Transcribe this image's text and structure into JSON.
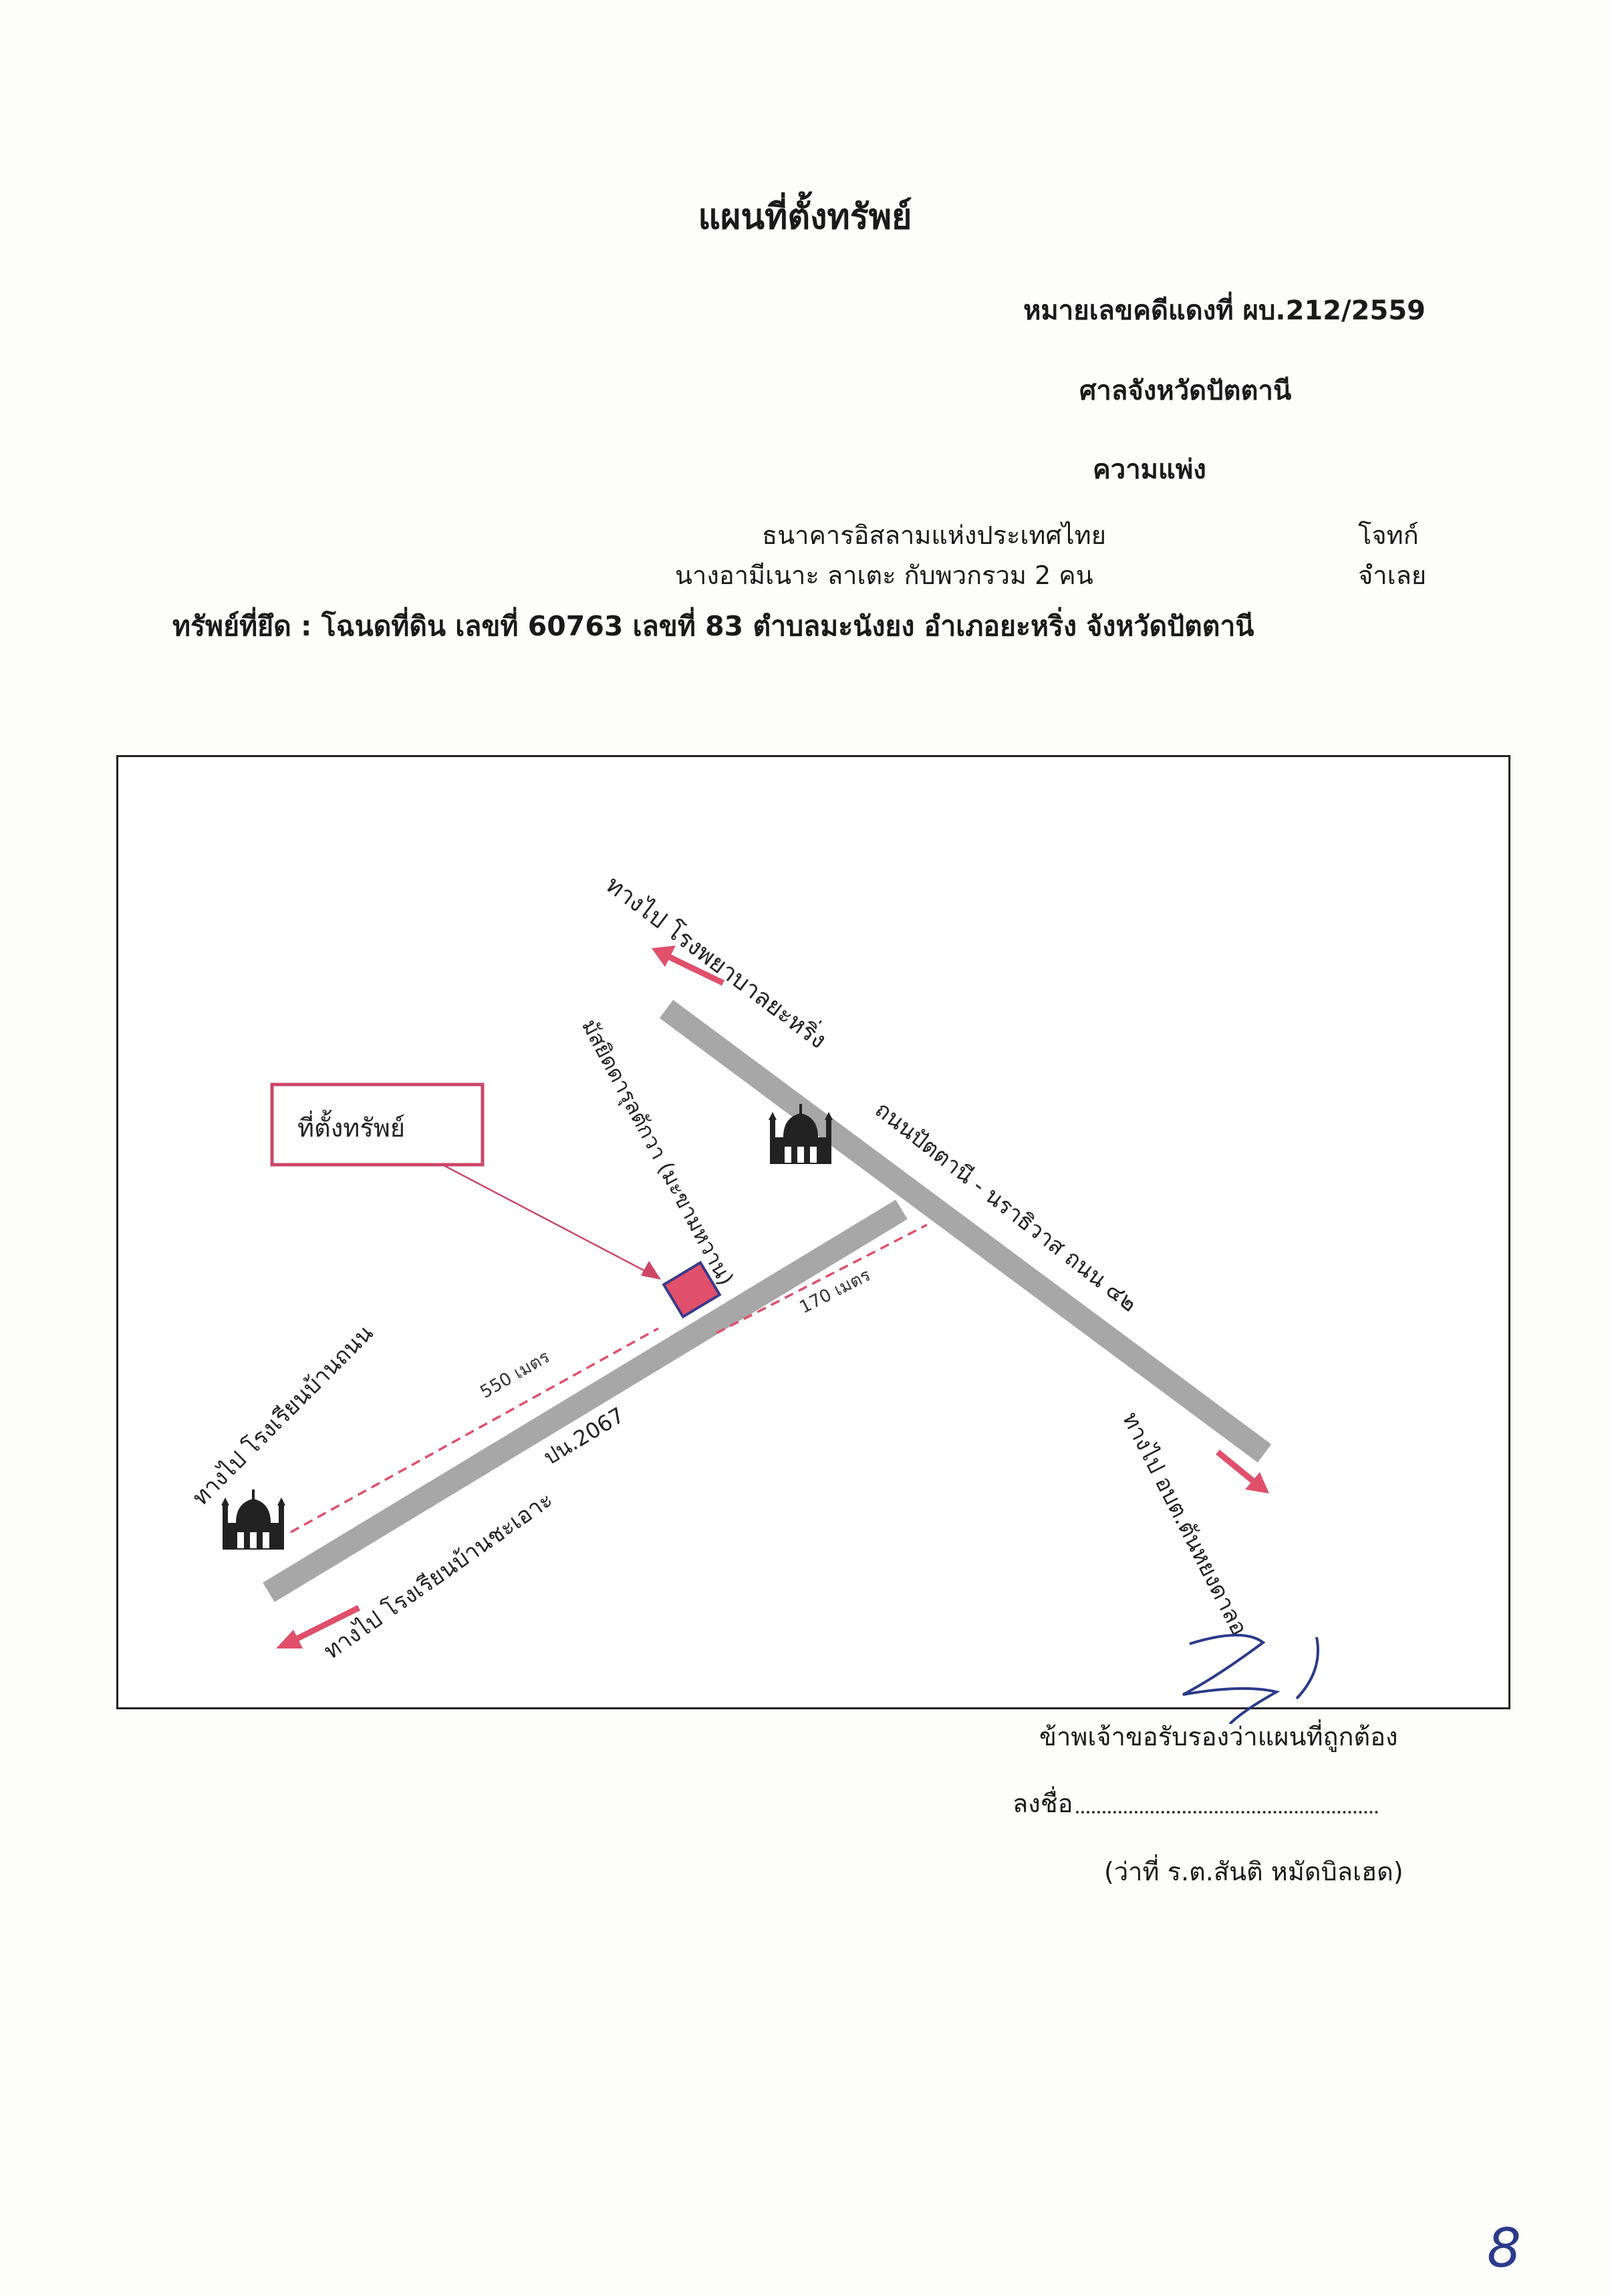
{
  "document": {
    "title": "แผนที่ตั้งทรัพย์",
    "case_number": "หมายเลขคดีแดงที่ ผบ.212/2559",
    "court": "ศาลจังหวัดปัตตานี",
    "case_type": "ความแพ่ง",
    "plaintiff": {
      "name": "ธนาคารอิสลามแห่งประเทศไทย",
      "role": "โจทก์"
    },
    "defendant": {
      "name": "นางอามีเนาะ  ลาเตะ กับพวกรวม 2 คน",
      "role": "จำเลย"
    },
    "seized_asset": "ทรัพย์ที่ยึด : โฉนดที่ดิน เลขที่ 60763 เลขที่ 83 ตำบลมะนังยง อำเภอยะหริ่ง จังหวัดปัตตานี"
  },
  "map": {
    "property_label": "ที่ตั้งทรัพย์",
    "to_hospital": "ทางไป โรงพยาบาลยะหริ่ง",
    "mosque_label": "มัสยิดดารุลตักวา (มะขามหวาน)",
    "main_road": "ถนนปัตตานี - นราธิวาส  ถนน ๔๒",
    "to_tambon_office": "ทางไป  อบต.ตันหยงดาลอ",
    "distance_170": "170 เมตร",
    "distance_550": "550 เมตร",
    "side_road": "ปน.2067",
    "to_school_banthanon": "ทางไป โรงเรียนบ้านถนน",
    "to_school_bancha": "ทางไป โรงเรียนบ้านชะเอาะ",
    "colors": {
      "road": "#a7a7a7",
      "arrow": "#e0506b",
      "property_fill": "#e0506b",
      "property_border": "#3a3a8a",
      "label_border": "#cc4766"
    },
    "icons": [
      "mosque-icon",
      "mosque-icon",
      "arrow-icon"
    ]
  },
  "certification": {
    "statement": "ข้าพเจ้าขอรับรองว่าแผนที่ถูกต้อง",
    "sign_label": "ลงชื่อ",
    "official": "(ว่าที่ ร.ต.สันติ หมัดบิลเฮด)"
  },
  "page_number": "8"
}
